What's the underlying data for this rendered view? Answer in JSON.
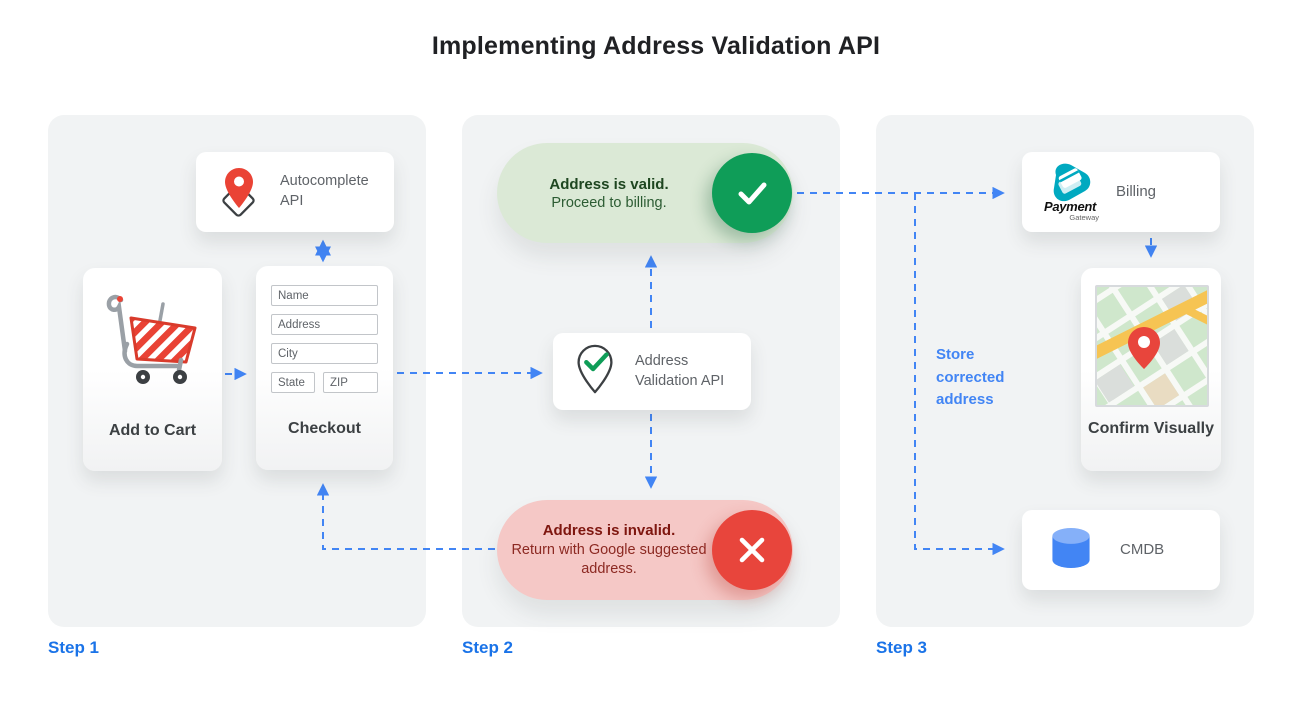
{
  "title": "Implementing Address Validation API",
  "steps": {
    "step1_label": "Step 1",
    "step2_label": "Step 2",
    "step3_label": "Step 3"
  },
  "step1": {
    "autocomplete": {
      "label": "Autocomplete API"
    },
    "add_to_cart": {
      "label": "Add to Cart"
    },
    "checkout": {
      "label": "Checkout",
      "fields": {
        "name": "Name",
        "address": "Address",
        "city": "City",
        "state": "State",
        "zip": "ZIP"
      }
    }
  },
  "step2": {
    "valid": {
      "title": "Address is valid.",
      "subtitle": "Proceed to billing."
    },
    "validation_api": {
      "label": "Address Validation API"
    },
    "invalid": {
      "title": "Address is invalid.",
      "subtitle": "Return with Google suggested address."
    }
  },
  "step3": {
    "billing": {
      "label": "Billing",
      "logo_title": "Payment",
      "logo_sub": "Gateway"
    },
    "confirm": {
      "label": "Confirm Visually"
    },
    "cmdb": {
      "label": "CMDB"
    },
    "store_note": "Store corrected address"
  },
  "icons": {
    "autocomplete": "map-pin-diamond-icon",
    "add_to_cart": "shopping-cart-icon",
    "validation_api": "map-pin-check-icon",
    "valid_badge": "check-icon",
    "invalid_badge": "x-icon",
    "billing": "payment-gateway-logo",
    "confirm": "map-thumbnail-image",
    "cmdb": "database-icon"
  },
  "colors": {
    "arrow_blue": "#4285f4",
    "step_label_blue": "#1a73e8",
    "valid_green": "#0f9d58",
    "invalid_red": "#e8453c",
    "panel_gray": "#f1f3f4"
  }
}
